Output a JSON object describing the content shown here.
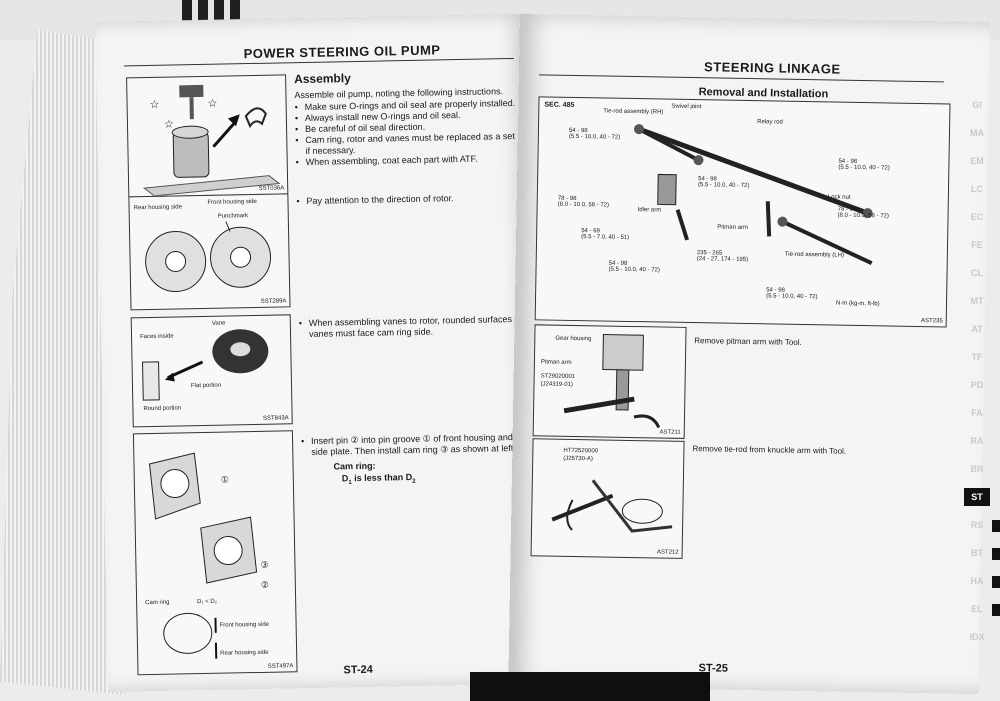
{
  "left_page": {
    "header": "POWER STEERING OIL PUMP",
    "assembly_title": "Assembly",
    "assembly_intro": "Assemble oil pump, noting the following instructions.",
    "assembly_bullets": [
      "Make sure O-rings and oil seal are properly installed.",
      "Always install new O-rings and oil seal.",
      "Be careful of oil seal direction.",
      "Cam ring, rotor and vanes must be replaced as a set if necessary.",
      "When assembling, coat each part with ATF."
    ],
    "note_rotor": "Pay attention to the direction of rotor.",
    "note_vanes": "When assembling vanes to rotor, rounded surfaces of vanes must face cam ring side.",
    "note_pin": "Insert pin ② into pin groove ① of front housing and front side plate. Then install cam ring ③ as shown at left.",
    "cam_ring_title": "Cam ring:",
    "cam_ring_rule_pre": "D",
    "cam_ring_rule_sub1": "1",
    "cam_ring_rule_mid": " is less than D",
    "cam_ring_rule_sub2": "2",
    "page_number": "ST-24",
    "figures": {
      "fig1_code": "SST036A",
      "fig2_code": "SST289A",
      "fig2_rear": "Rear housing side",
      "fig2_front": "Front housing side",
      "fig2_punch": "Punchmark",
      "fig3_code": "SST843A",
      "fig3_faces": "Faces inside",
      "fig3_vane": "Vane",
      "fig3_flat": "Flat portion",
      "fig3_round": "Round portion",
      "fig4_code": "SST497A",
      "fig4_cam": "Cam ring",
      "fig4_front": "Front housing side",
      "fig4_rear": "Rear housing side",
      "fig4_dim": "D₁ < D₂",
      "fig4_c1": "①",
      "fig4_c2": "②",
      "fig4_c3": "③"
    }
  },
  "right_page": {
    "header": "STEERING LINKAGE",
    "section_title": "Removal and Installation",
    "sec_label": "SEC. 485",
    "diagram_labels": {
      "tie_rod_rh": "Tie-rod assembly (RH)",
      "swivel": "Swivel joint",
      "relay_rod": "Relay rod",
      "idler_arm": "Idler arm",
      "pitman_arm": "Pitman arm",
      "lock_nut": "Lock nut",
      "tie_rod_lh": "Tie-rod assembly (LH)",
      "units": "N·m (kg-m, ft-lb)",
      "code": "AST235"
    },
    "torques": [
      {
        "id": "t1",
        "top": "54 - 98",
        "bottom": "(5.5 - 10.0, 40 - 72)"
      },
      {
        "id": "t2",
        "top": "54 - 98",
        "bottom": "(5.5 - 10.0, 40 - 72)"
      },
      {
        "id": "t3",
        "top": "54 - 98",
        "bottom": "(5.5 - 10.0, 40 - 72)"
      },
      {
        "id": "t4",
        "top": "78 - 98",
        "bottom": "(8.0 - 10.0, 58 - 72)"
      },
      {
        "id": "t5",
        "top": "78 - 98",
        "bottom": "(8.0 - 10.0, 58 - 72)"
      },
      {
        "id": "t6",
        "top": "54 - 69",
        "bottom": "(5.5 - 7.0, 40 - 51)"
      },
      {
        "id": "t7",
        "top": "235 - 265",
        "bottom": "(24 - 27, 174 - 195)"
      },
      {
        "id": "t8",
        "top": "54 - 98",
        "bottom": "(5.5 - 10.0, 40 - 72)"
      },
      {
        "id": "t9",
        "top": "54 - 98",
        "bottom": "(5.5 - 10.0, 40 - 72)"
      }
    ],
    "fig_pitman": {
      "gear_housing": "Gear housing",
      "pitman_arm": "Pitman arm",
      "tool": "ST29020001",
      "tool_alt": "(J24319-01)",
      "code": "AST211",
      "caption": "Remove pitman arm with Tool."
    },
    "fig_tierod": {
      "tool": "HT72520000",
      "tool_alt": "(J25730-A)",
      "code": "AST212",
      "caption": "Remove tie-rod from knuckle arm with Tool."
    },
    "page_number": "ST-25"
  },
  "section_tabs": [
    "GI",
    "MA",
    "EM",
    "LC",
    "EC",
    "FE",
    "CL",
    "MT",
    "AT",
    "TF",
    "PD",
    "FA",
    "RA",
    "BR",
    "ST",
    "RS",
    "BT",
    "HA",
    "EL",
    "IDX"
  ],
  "active_tab": "ST"
}
